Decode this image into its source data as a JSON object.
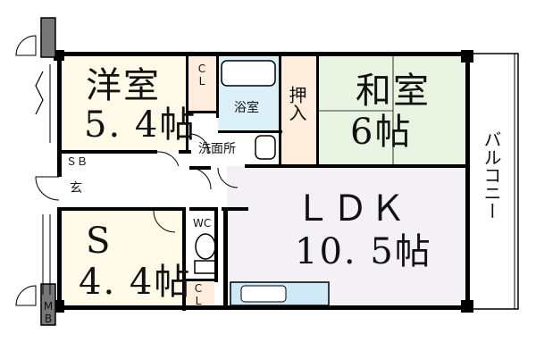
{
  "colors": {
    "youshitsu": "#fffbe8",
    "washitsu": "#e9f4e3",
    "bath": "#dcf0fa",
    "closet": "#ffeedd",
    "ldk": "#f3f1f6",
    "balcony": "#ffffff",
    "wall": "#000000"
  },
  "rooms": {
    "youshitsu": {
      "name": "洋室",
      "size": "5. 4帖"
    },
    "washitsu": {
      "name": "和室",
      "size": "6帖"
    },
    "ldk": {
      "name": "ＬＤＫ",
      "size": "10. 5帖"
    },
    "service": {
      "name": "S",
      "size": "4. 4帖"
    },
    "bath": {
      "name": "浴室"
    },
    "senmen": {
      "name": "洗面所"
    },
    "oshiire": {
      "name": "押入"
    },
    "wc": {
      "name": "WC"
    },
    "genkan": {
      "name": "玄"
    },
    "sb": {
      "name": "ＳＢ"
    },
    "mb": {
      "name": "MB"
    },
    "cl_top": {
      "name": "CL"
    },
    "cl_bottom": {
      "name": "CL"
    },
    "balcony": {
      "name": "バルコニー"
    }
  }
}
